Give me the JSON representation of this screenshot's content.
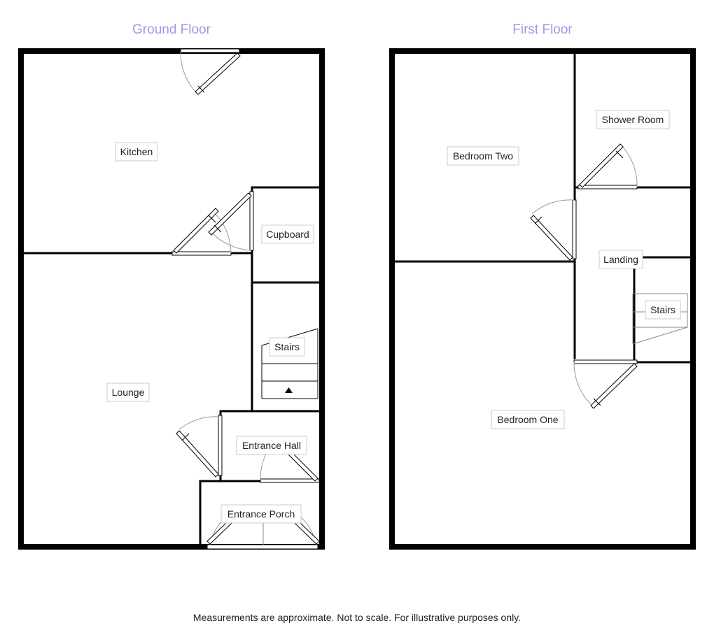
{
  "floors": {
    "ground": {
      "title": "Ground Floor",
      "rooms": {
        "kitchen": "Kitchen",
        "cupboard": "Cupboard",
        "stairs": "Stairs",
        "lounge": "Lounge",
        "entrance_hall": "Entrance Hall",
        "entrance_porch": "Entrance Porch"
      }
    },
    "first": {
      "title": "First Floor",
      "rooms": {
        "bedroom_two": "Bedroom Two",
        "shower_room": "Shower Room",
        "landing": "Landing",
        "stairs": "Stairs",
        "bedroom_one": "Bedroom One"
      }
    }
  },
  "footer": {
    "disclaimer": "Measurements are approximate. Not to scale. For illustrative purposes only."
  },
  "colors": {
    "title": "#9b9be6",
    "wall": "#000000",
    "label_border": "#cccccc"
  }
}
